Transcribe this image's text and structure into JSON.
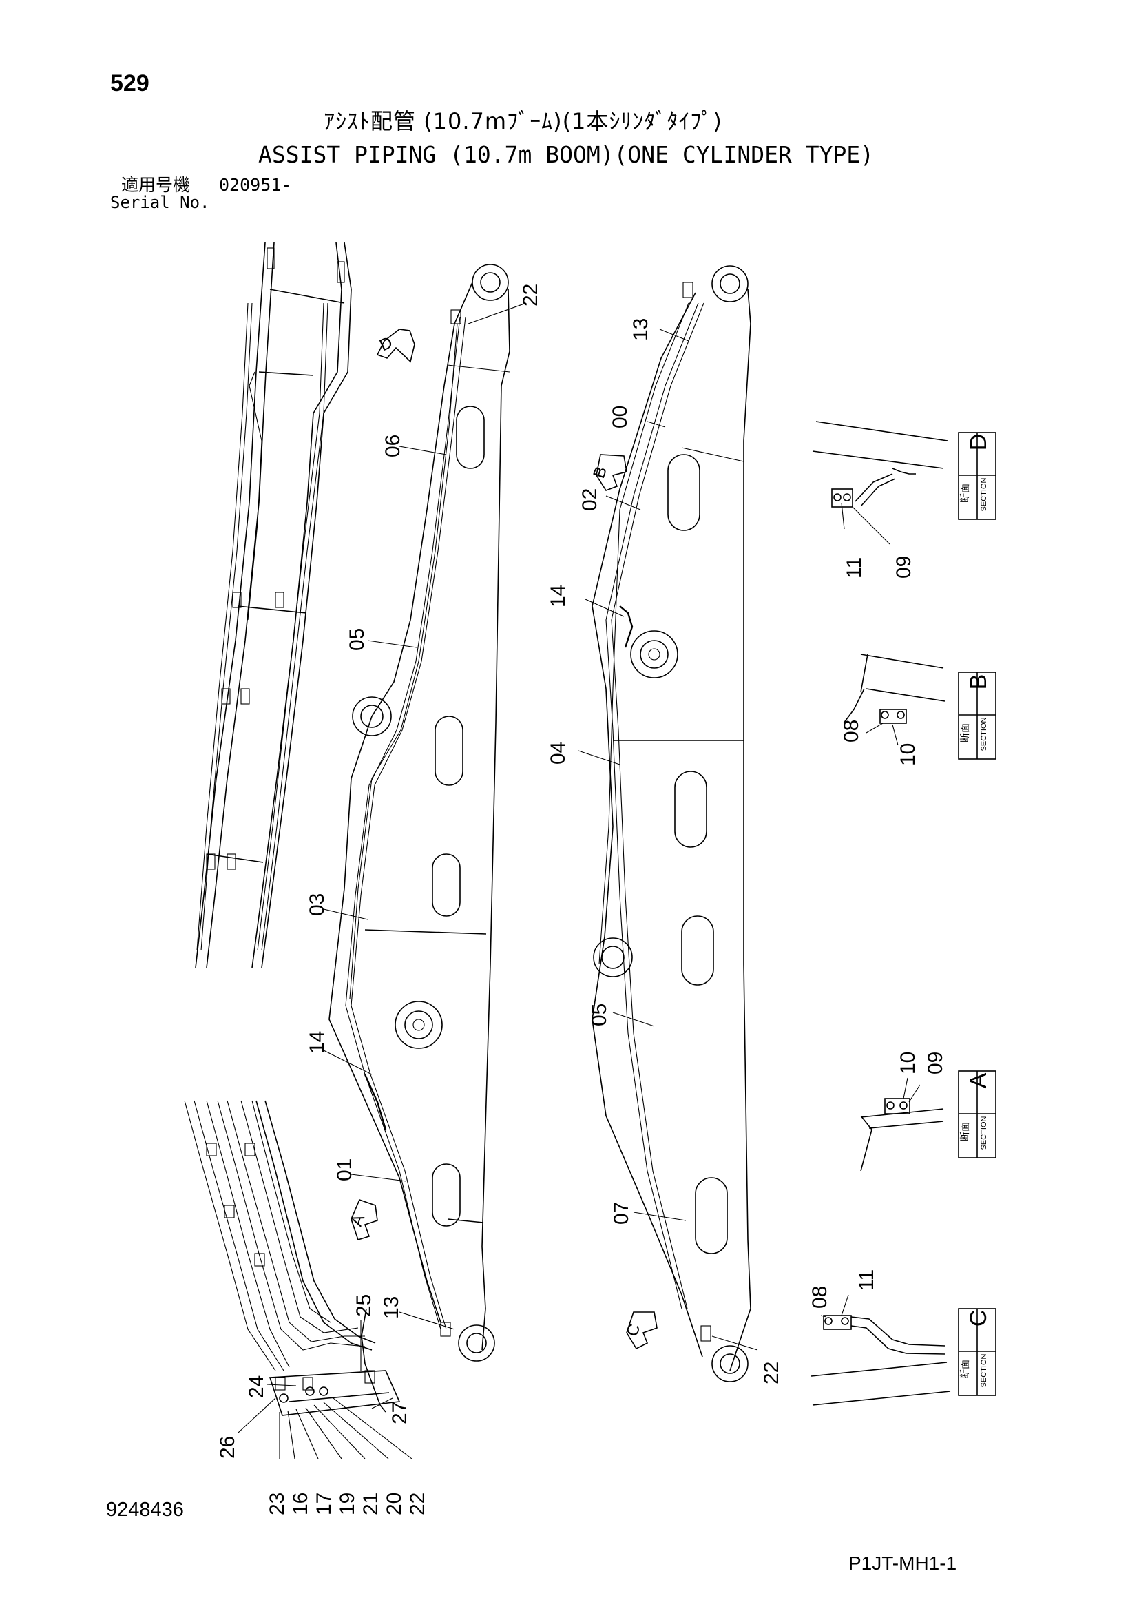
{
  "header": {
    "page_number": "529",
    "title_jp": "ｱｼｽﾄ配管 (10.7mﾌﾞｰﾑ)(1本ｼﾘﾝﾀﾞﾀｲﾌﾟ)",
    "title_en": "ASSIST PIPING (10.7m BOOM)(ONE CYLINDER TYPE)",
    "serial_label_jp": "適用号機",
    "serial_value": "020951-",
    "serial_label_en": "Serial No."
  },
  "footer": {
    "doc_number": "9248436",
    "doc_code": "P1JT-MH1-1"
  },
  "view_arrows": [
    "D",
    "B",
    "A",
    "C"
  ],
  "sections": [
    {
      "letter": "D",
      "jp": "断面",
      "word": "SECTION"
    },
    {
      "letter": "B",
      "jp": "断面",
      "word": "SECTION"
    },
    {
      "letter": "A",
      "jp": "断面",
      "word": "SECTION"
    },
    {
      "letter": "C",
      "jp": "断面",
      "word": "SECTION"
    }
  ],
  "part_labels": {
    "left_boom": [
      "22",
      "06",
      "05",
      "03",
      "14",
      "01",
      "13"
    ],
    "right_boom": [
      "13",
      "00",
      "02",
      "14",
      "04",
      "05",
      "07",
      "22"
    ],
    "section_d": [
      "11",
      "09"
    ],
    "section_b": [
      "08",
      "10"
    ],
    "section_a": [
      "10",
      "09"
    ],
    "section_c": [
      "08",
      "11"
    ],
    "detail_base": [
      "25",
      "24",
      "26",
      "27",
      "23",
      "16",
      "17",
      "19",
      "21",
      "20",
      "22"
    ]
  }
}
